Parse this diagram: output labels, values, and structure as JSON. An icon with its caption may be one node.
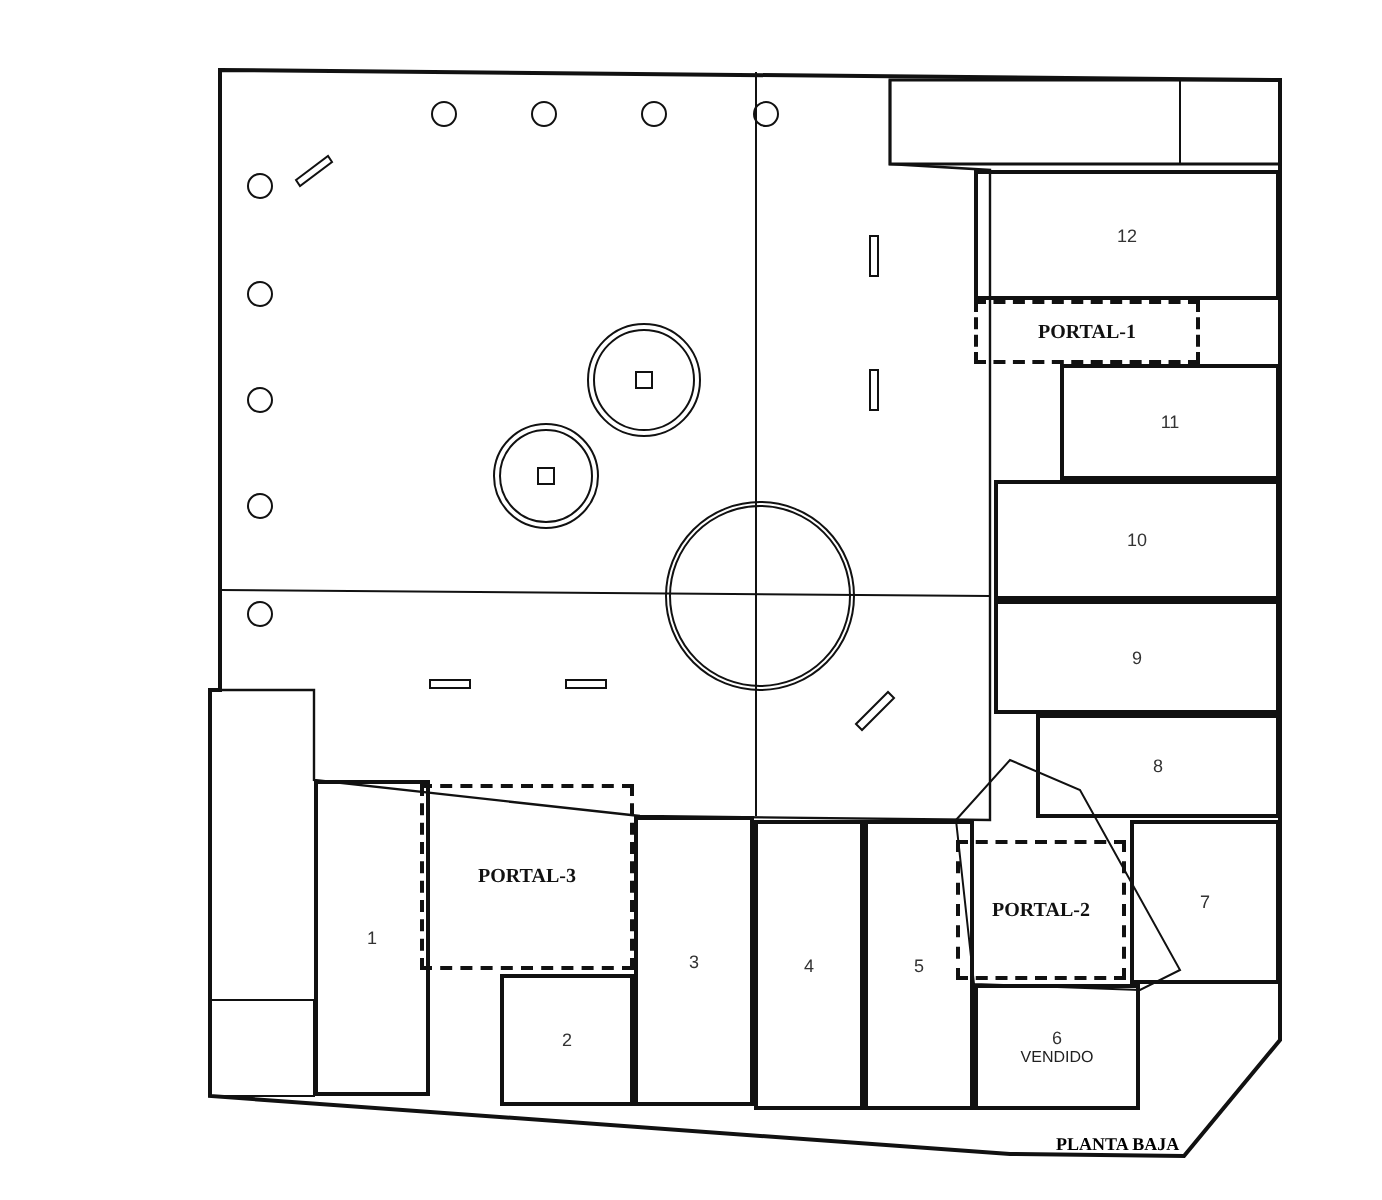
{
  "diagram": {
    "caption": "PLANTA BAJA",
    "nodes": [
      {
        "text": [
          "12"
        ]
      },
      {
        "text": [
          "PORTAL-1"
        ]
      },
      {
        "text": [
          "11"
        ]
      },
      {
        "text": [
          "10"
        ]
      },
      {
        "text": [
          "9"
        ]
      },
      {
        "text": [
          "8"
        ]
      },
      {
        "text": [
          "7"
        ]
      },
      {
        "text": [
          "PORTAL-3"
        ]
      },
      {
        "text": [
          "PORTAL-2"
        ]
      },
      {
        "text": [
          "1"
        ]
      },
      {
        "text": [
          "2"
        ]
      },
      {
        "text": [
          "3"
        ]
      },
      {
        "text": [
          "4"
        ]
      },
      {
        "text": [
          "5"
        ]
      },
      {
        "text": [
          "6",
          "VENDIDO"
        ]
      }
    ]
  }
}
